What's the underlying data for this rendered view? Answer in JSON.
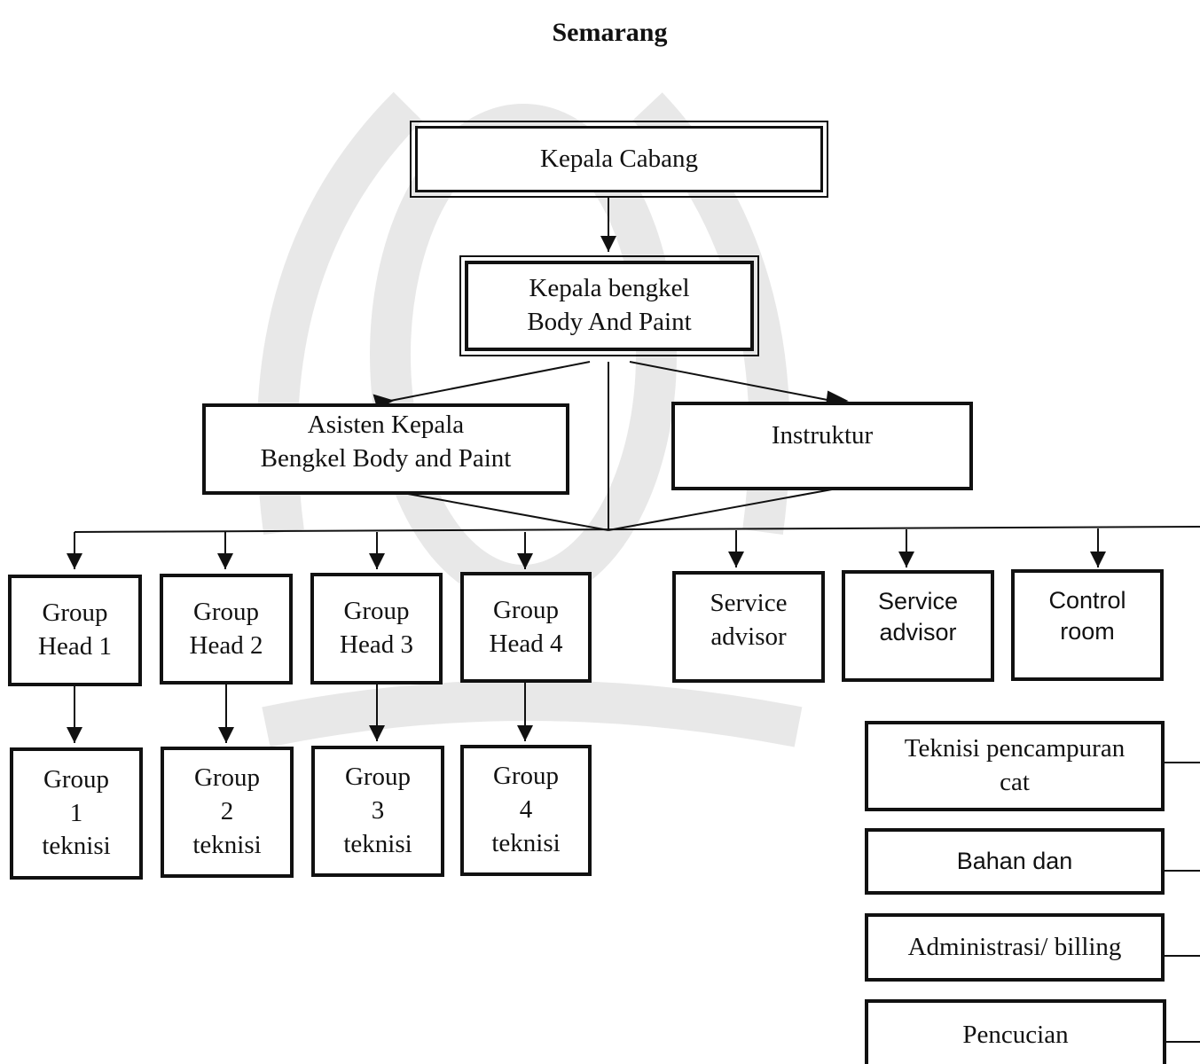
{
  "title": "Semarang",
  "nodes": {
    "kepala_cabang": "Kepala Cabang",
    "kepala_bengkel": "Kepala bengkel\nBody And Paint",
    "asisten": "Asisten Kepala\nBengkel Body and Paint",
    "instruktur": "Instruktur",
    "group_head_1": "Group\nHead 1",
    "group_head_2": "Group\nHead 2",
    "group_head_3": "Group\nHead 3",
    "group_head_4": "Group\nHead 4",
    "service_advisor_1": "Service\nadvisor",
    "service_advisor_2": "Service\nadvisor",
    "control_room": "Control\nroom",
    "group_1_teknisi": "Group\n1\nteknisi",
    "group_2_teknisi": "Group\n2\nteknisi",
    "group_3_teknisi": "Group\n3\nteknisi",
    "group_4_teknisi": "Group\n4\nteknisi",
    "teknisi_pencampuran": "Teknisi pencampuran\ncat",
    "bahan_dan": "Bahan dan",
    "administrasi": "Administrasi/ billing",
    "pencucian": "Pencucian"
  }
}
